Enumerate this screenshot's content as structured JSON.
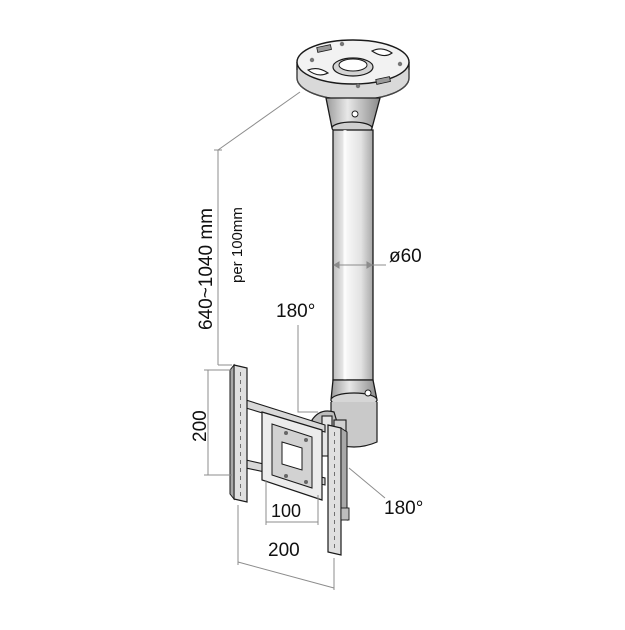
{
  "labels": {
    "height_range": "640~1040 mm",
    "height_step": "per 100mm",
    "tube_diameter": "ø60",
    "swivel_top": "180°",
    "swivel_bottom": "180°",
    "vesa_height": "200",
    "vesa_inner_width": "100",
    "vesa_outer_width": "200"
  },
  "colors": {
    "line": "#1a1a1a",
    "dim_line": "#8c8c8c",
    "metal_light": "#eeeeee",
    "metal_mid": "#cfcfcf",
    "metal_dark": "#9a9a9a"
  }
}
